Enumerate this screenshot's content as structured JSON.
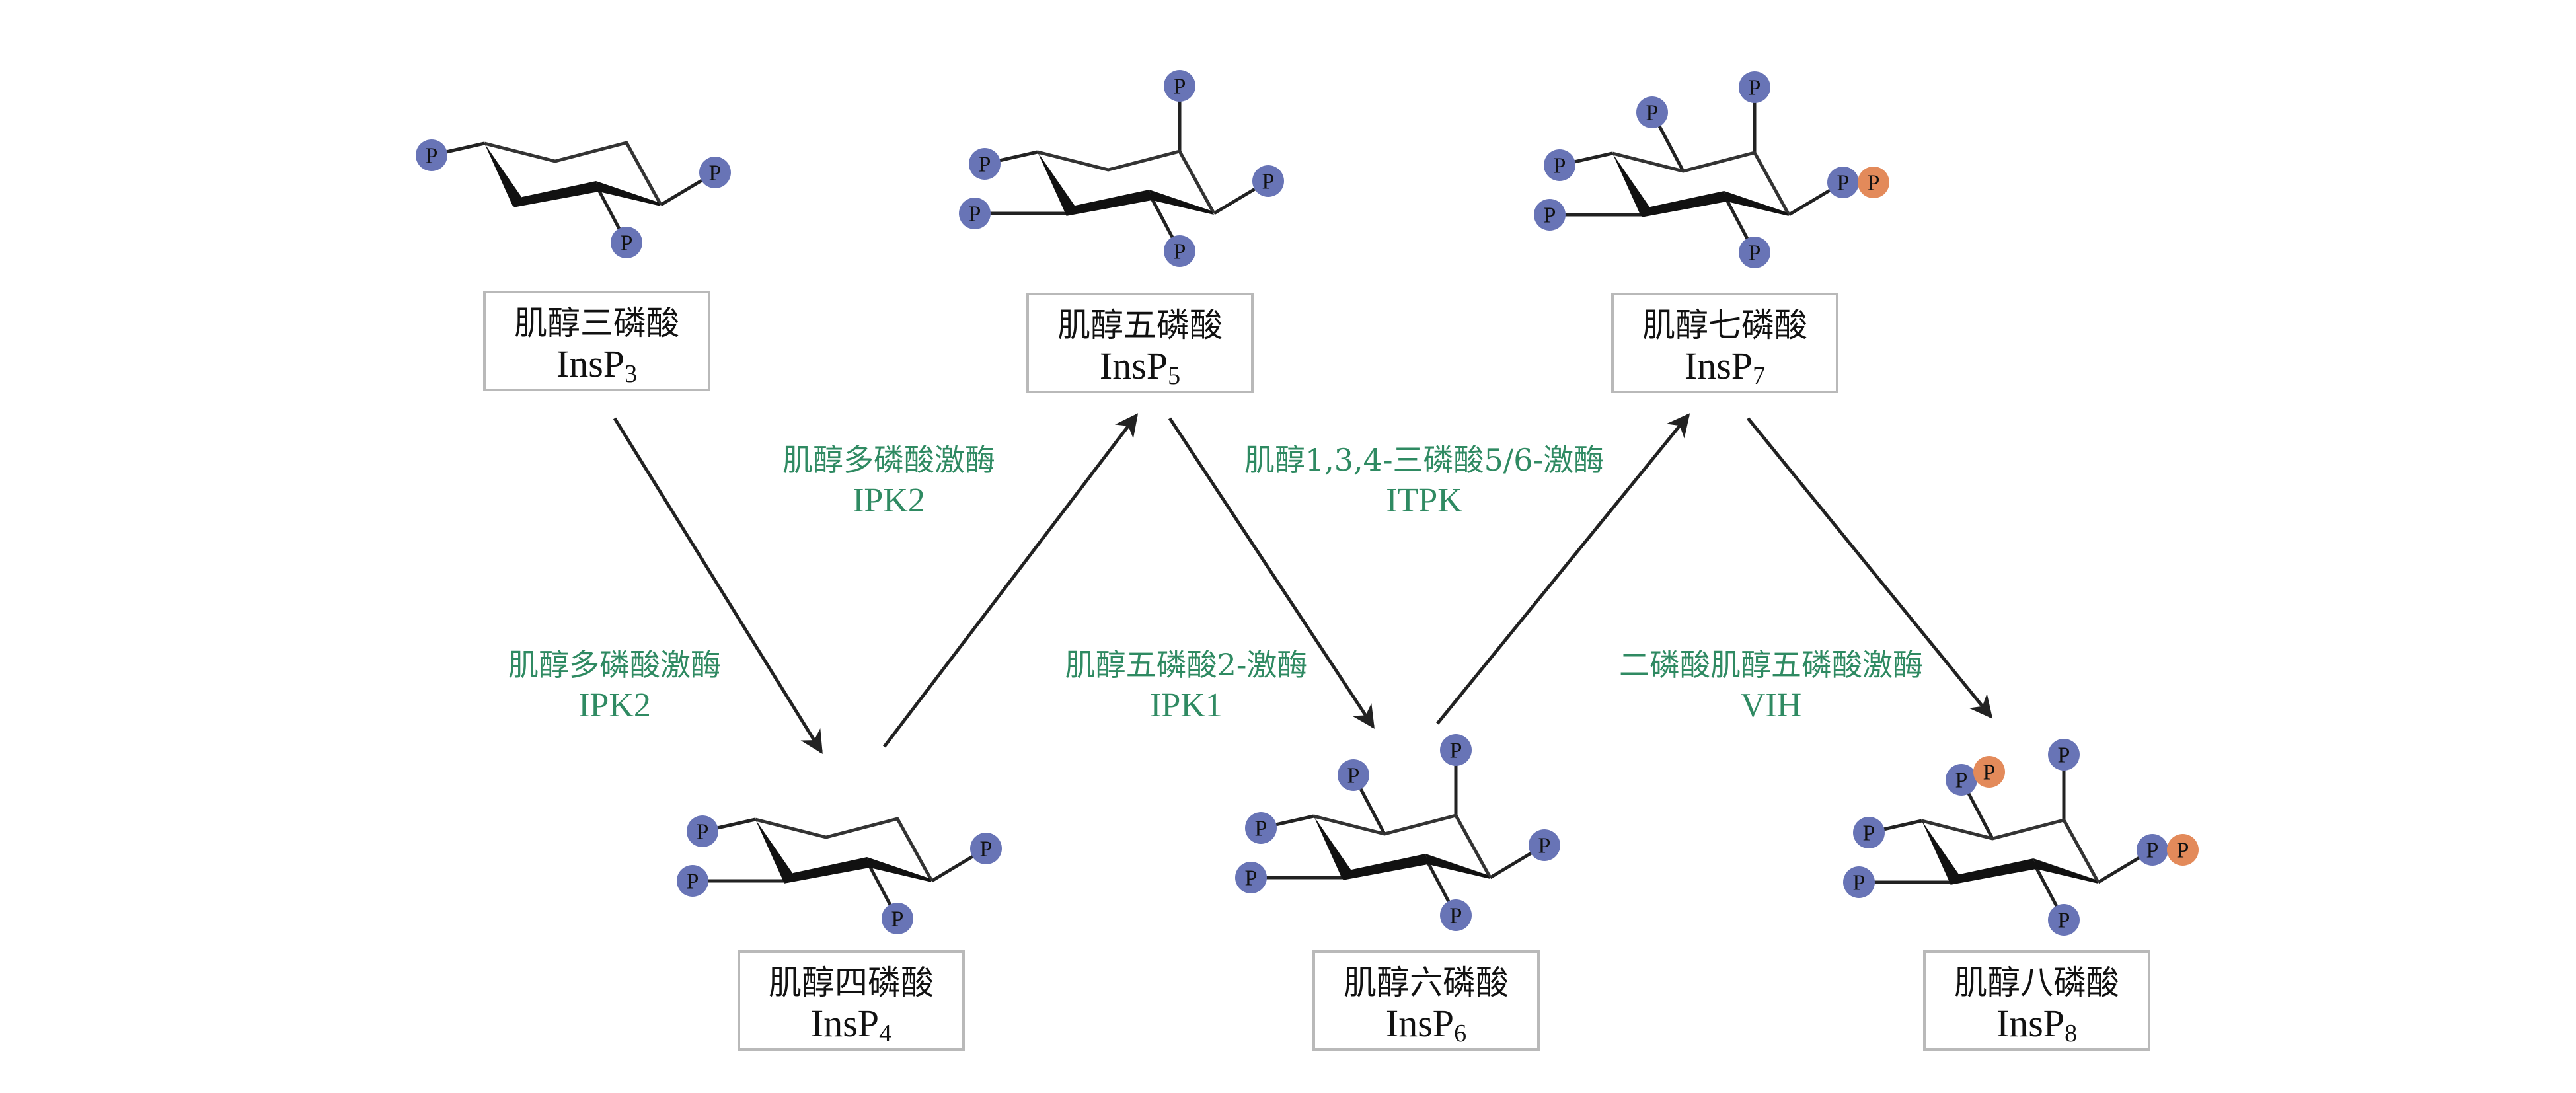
{
  "phosphate_label": "P",
  "colors": {
    "phosphate": "#6874b6",
    "pyrophosphate": "#e38a5a",
    "enzyme_text": "#2f8a62"
  },
  "compounds": [
    {
      "id": "insp3",
      "name": "肌醇三磷酸",
      "formula": "InsP",
      "subscript": "3"
    },
    {
      "id": "insp4",
      "name": "肌醇四磷酸",
      "formula": "InsP",
      "subscript": "4"
    },
    {
      "id": "insp5",
      "name": "肌醇五磷酸",
      "formula": "InsP",
      "subscript": "5"
    },
    {
      "id": "insp6",
      "name": "肌醇六磷酸",
      "formula": "InsP",
      "subscript": "6"
    },
    {
      "id": "insp7",
      "name": "肌醇七磷酸",
      "formula": "InsP",
      "subscript": "7"
    },
    {
      "id": "insp8",
      "name": "肌醇八磷酸",
      "formula": "InsP",
      "subscript": "8"
    }
  ],
  "enzymes": [
    {
      "name": "肌醇多磷酸激酶",
      "abbr": "IPK2"
    },
    {
      "name": "肌醇多磷酸激酶",
      "abbr": "IPK2"
    },
    {
      "name": "肌醇五磷酸2-激酶",
      "abbr": "IPK1"
    },
    {
      "name": "肌醇1,3,4-三磷酸5/6-激酶",
      "abbr": "ITPK"
    },
    {
      "name": "二磷酸肌醇五磷酸激酶",
      "abbr": "VIH"
    }
  ]
}
